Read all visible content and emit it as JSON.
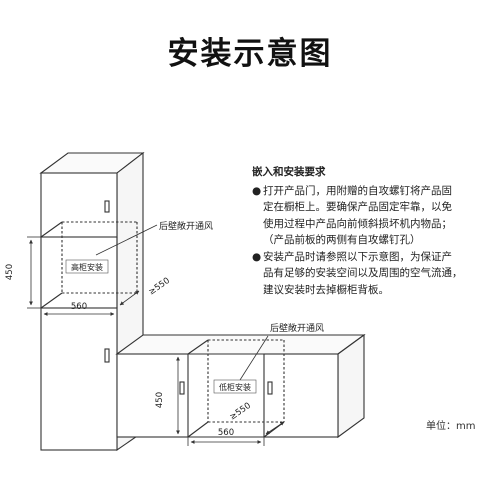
{
  "title": "安装示意图",
  "requirements": {
    "heading": "嵌入和安装要求",
    "items": [
      {
        "bullet": "●",
        "lines": [
          "打开产品门，用附赠的自攻螺钉将产品固",
          "定在橱柜上。要确保产品固定牢靠，以免",
          "使用过程中产品向前倾斜损坏机内物品；",
          "（产品前板的两侧有自攻螺钉孔）"
        ]
      },
      {
        "bullet": "●",
        "lines": [
          "安装产品时请参照以下示意图，为保证产",
          "品有足够的安装空间以及周围的空气流通，",
          "建议安装时去掉橱柜背板。"
        ]
      }
    ]
  },
  "diagram": {
    "tall_cabinet": {
      "label": "高柜安装",
      "rear_vent": "后壁敞开通风",
      "height": "450",
      "width": "560",
      "depth": "≥550"
    },
    "base_cabinet": {
      "label": "低柜安装",
      "rear_vent": "后壁敞开通风",
      "height": "450",
      "width": "560",
      "depth": "≥550"
    }
  },
  "unit": "单位：mm"
}
